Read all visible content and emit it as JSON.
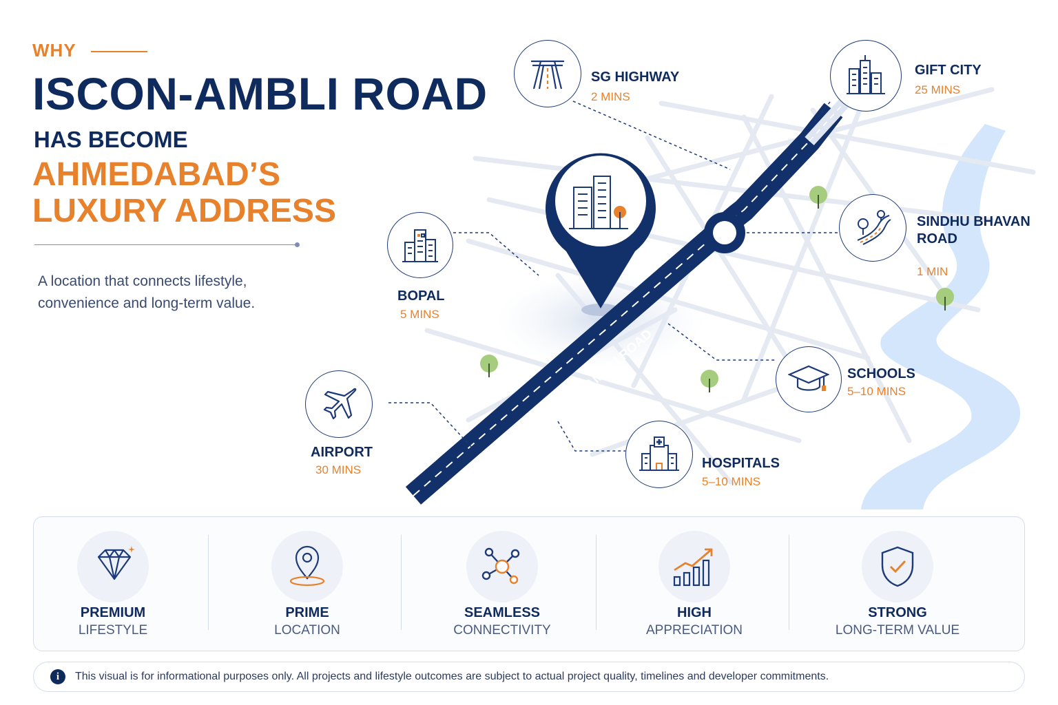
{
  "header": {
    "eyebrow": "WHY",
    "title": "ISCON-AMBLI ROAD",
    "subtitle": "HAS BECOME",
    "headline_line1": "AHMEDABAD’S",
    "headline_line2": "LUXURY ADDRESS",
    "tagline": "A location that connects lifestyle, convenience and long-term value."
  },
  "map": {
    "road_label": "ISCON-AMBLI ROAD",
    "points": [
      {
        "name": "SG HIGHWAY",
        "time": "2 MINS",
        "icon": "highway-icon"
      },
      {
        "name": "GIFT CITY",
        "time": "25 MINS",
        "icon": "skyscraper-icon"
      },
      {
        "name": "SINDHU BHAVAN",
        "name2": "ROAD",
        "time": "1 MIN",
        "icon": "road-trees-icon"
      },
      {
        "name": "BOPAL",
        "time": "5 MINS",
        "icon": "buildings-icon"
      },
      {
        "name": "SCHOOLS",
        "time": "5–10 MINS",
        "icon": "graduation-cap-icon"
      },
      {
        "name": "AIRPORT",
        "time": "30 MINS",
        "icon": "airplane-icon"
      },
      {
        "name": "HOSPITALS",
        "time": "5–10 MINS",
        "icon": "hospital-icon"
      }
    ]
  },
  "features": [
    {
      "title": "PREMIUM",
      "subtitle": "LIFESTYLE",
      "icon": "diamond-icon"
    },
    {
      "title": "PRIME",
      "subtitle": "LOCATION",
      "icon": "location-pin-icon"
    },
    {
      "title": "SEAMLESS",
      "subtitle": "CONNECTIVITY",
      "icon": "network-icon"
    },
    {
      "title": "HIGH",
      "subtitle": "APPRECIATION",
      "icon": "growth-chart-icon"
    },
    {
      "title": "STRONG",
      "subtitle": "LONG-TERM VALUE",
      "icon": "shield-check-icon"
    }
  ],
  "disclaimer": {
    "icon": "info-icon",
    "text": "This visual is for informational purposes only. All projects and lifestyle outcomes are subject to actual project quality, timelines and developer commitments."
  },
  "colors": {
    "navy": "#0f2a5c",
    "orange": "#e8812b",
    "river": "#cfe3fa",
    "tree": "#8bbf5e"
  }
}
